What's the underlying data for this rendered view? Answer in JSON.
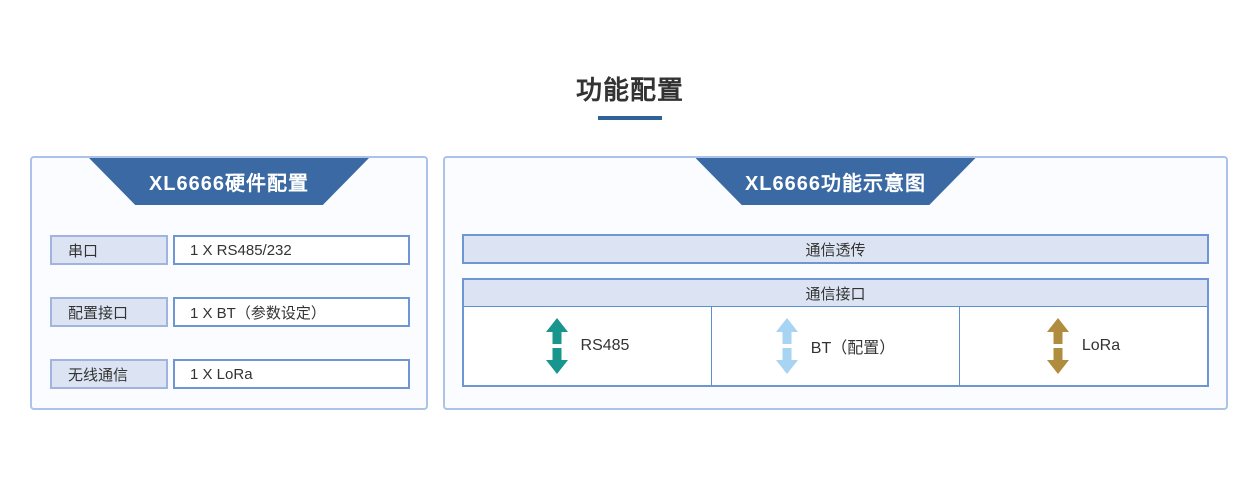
{
  "page": {
    "title": "功能配置"
  },
  "left_panel": {
    "title": "XL6666硬件配置",
    "rows": [
      {
        "label": "串口",
        "value": "1 X RS485/232"
      },
      {
        "label": "配置接口",
        "value": "1 X BT（参数设定）"
      },
      {
        "label": "无线通信",
        "value": "1 X LoRa"
      }
    ]
  },
  "right_panel": {
    "title": "XL6666功能示意图",
    "banner": "通信透传",
    "table": {
      "header": "通信接口",
      "cells": [
        {
          "label": "RS485",
          "arrow_color": "#18968e"
        },
        {
          "label": "BT（配置）",
          "arrow_color": "#a6d4f2"
        },
        {
          "label": "LoRa",
          "arrow_color": "#b08c3e"
        }
      ]
    }
  },
  "colors": {
    "header_blue": "#3b69a4",
    "panel_border": "#abc2e9",
    "box_border_blue": "#6e96d3",
    "box_fill_light": "#dce4f3",
    "divider_blue": "#5b8fd0",
    "underline_blue": "#2e6298"
  }
}
